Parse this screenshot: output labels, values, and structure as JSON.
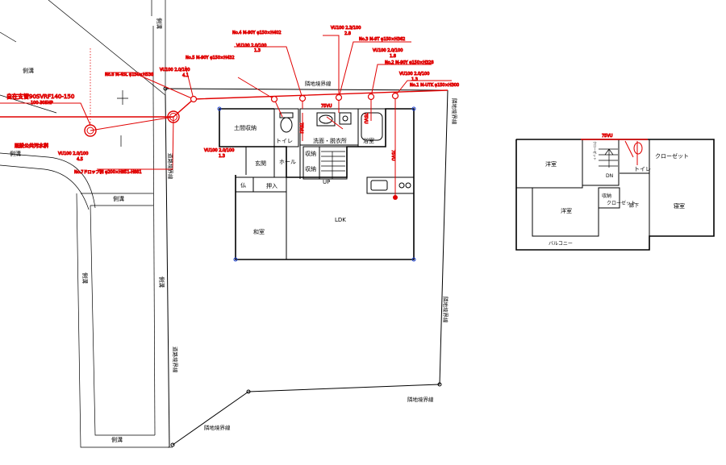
{
  "colors": {
    "pipe": "#e00000",
    "line": "#000000",
    "corner_marker": "#1a3fd1"
  },
  "icons": [
    "manhole-icon",
    "toilet-icon",
    "sink-icon",
    "bathtub-icon",
    "kitchen-sink-icon",
    "drain-icon",
    "north-arrow-icon"
  ],
  "roads": {
    "side_ditch": "側溝",
    "road_boundary": "道路境界線",
    "neighbor_boundary": "隣地境界線"
  },
  "public": {
    "main_pipe": "自在支管90SVRF140-150",
    "main_pipe_sub": "100-305HP",
    "public_basin": "既設公共汚水桝"
  },
  "pipe_labels": {
    "p1": "VU100 2.0/100",
    "p1_sub": "4.5",
    "p2": "No.7ドロップ桝 φ200×H851-H881",
    "p3": "No.6 M-45L φ150×H538",
    "p4": "VU100 2.0/100",
    "p4_sub": "4.1",
    "p5": "No.5 M-90Y φ150×H432",
    "p6": "VU100 2.0/100",
    "p6_sub": "1.3",
    "p7": "No.4 M-90Y φ150×H402",
    "p8": "VU100 2.3/100",
    "p8_sub": "2.8",
    "p9": "No.3 M-9T φ150×H362",
    "p10": "VU100 2.0/100",
    "p10_sub": "1.8",
    "p11": "No.2 M-90Y φ150×H328",
    "p12": "VU100 2.0/100",
    "p12_sub": "1.3",
    "p13": "No.1 M-UTK φ150×H300",
    "p14": "VU100 2.0/100",
    "p14_sub": "1.3",
    "vu75": "75VU"
  },
  "floor1": {
    "dirt_storage": "土間収納",
    "toilet": "トイレ",
    "washroom": "洗面・脱衣所",
    "bath": "浴室",
    "entrance": "玄関",
    "hall": "ホール",
    "storage": "収納",
    "up": "UP",
    "butsudan": "仏",
    "oshiire": "押入",
    "washitsu": "和室",
    "ldk": "LDK"
  },
  "floor2": {
    "vu75": "75VU",
    "youshitsu1": "洋室",
    "youshitsu2": "洋室",
    "closet1": "クローゼット",
    "closet_small": "クローゼット",
    "toilet": "トイレ",
    "dn": "DN",
    "storage": "収納",
    "closet2": "クローゼット",
    "corridor": "廊下",
    "bedroom": "寝室",
    "balcony": "バルコニー"
  }
}
